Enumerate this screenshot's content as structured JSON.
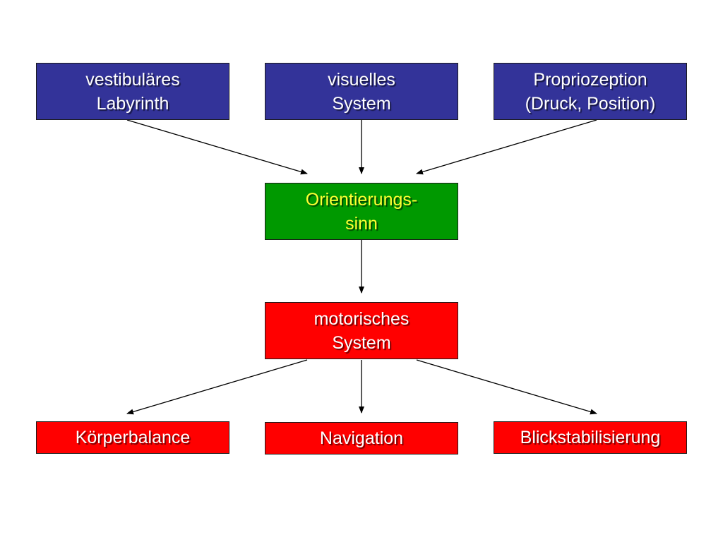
{
  "inputs": {
    "vestibular": {
      "line1": "vestibuläres",
      "line2": "Labyrinth",
      "color": "#333399"
    },
    "visual": {
      "line1": "visuelles",
      "line2": "System",
      "color": "#333399"
    },
    "proprioception": {
      "line1": "Propriozeption",
      "line2": "(Druck, Position)",
      "color": "#333399"
    }
  },
  "center": {
    "orientation": {
      "line1": "Orientierungs-",
      "line2": "sinn",
      "color": "#009900",
      "text_color": "#ffff33"
    },
    "motor": {
      "line1": "motorisches",
      "line2": "System",
      "color": "#ff0000"
    }
  },
  "outputs": {
    "balance": {
      "label": "Körperbalance",
      "color": "#ff0000"
    },
    "navigation": {
      "label": "Navigation",
      "color": "#ff0000"
    },
    "gaze": {
      "label": "Blickstabilisierung",
      "color": "#ff0000"
    }
  }
}
